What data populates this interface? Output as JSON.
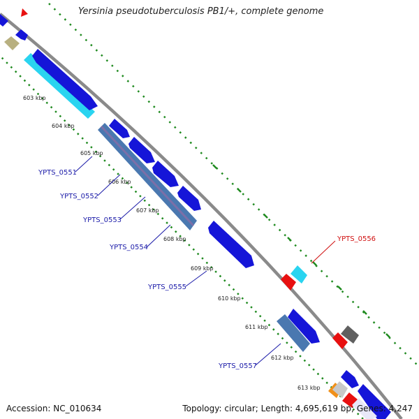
{
  "title": "Yersinia pseudotuberculosis PB1/+, complete genome",
  "footer": {
    "accession": "Accession: NC_010634",
    "summary": "Topology: circular; Length: 4,695,619 bp; Genes: 4,247"
  },
  "ticks": [
    "603 kbp",
    "604 kbp",
    "605 kbp",
    "606 kbp",
    "607 kbp",
    "608 kbp",
    "609 kbp",
    "610 kbp",
    "611 kbp",
    "612 kbp",
    "613 kbp"
  ],
  "gene_labels": [
    {
      "text": "YPTS_0551",
      "color": "#1a1aa8"
    },
    {
      "text": "YPTS_0552",
      "color": "#1a1aa8"
    },
    {
      "text": "YPTS_0553",
      "color": "#1a1aa8"
    },
    {
      "text": "YPTS_0554",
      "color": "#1a1aa8"
    },
    {
      "text": "YPTS_0555",
      "color": "#1a1aa8"
    },
    {
      "text": "YPTS_0556",
      "color": "#d01010"
    },
    {
      "text": "YPTS_0557",
      "color": "#1a1aa8"
    }
  ],
  "colors": {
    "backbone": "#8a8a8a",
    "tick_dots": "#1f8a1f",
    "blue_gene": "#1515d8",
    "cyan_gene": "#2ad4f0",
    "steel_gene": "#4a78b0",
    "red_gene": "#e81010",
    "gray_gene": "#606060",
    "olive_gene": "#b8b080",
    "orange_gene": "#f0901a"
  }
}
